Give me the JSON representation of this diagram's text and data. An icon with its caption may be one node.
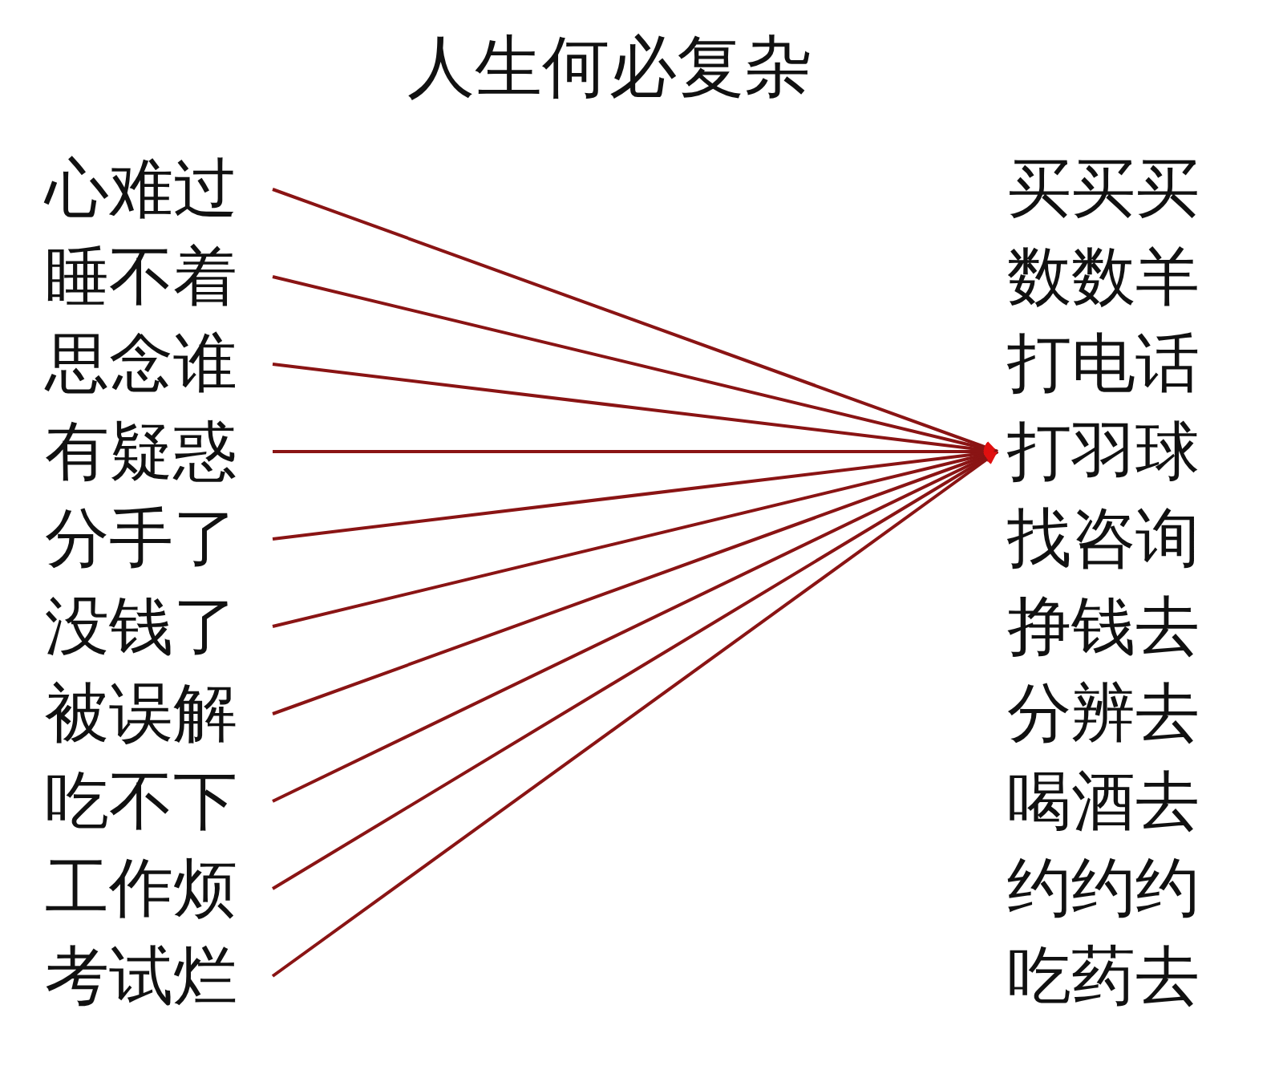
{
  "diagram": {
    "title": "人生何必复杂",
    "nodes": [
      {
        "text": [
          "心难过"
        ]
      },
      {
        "text": [
          "睡不着"
        ]
      },
      {
        "text": [
          "思念谁"
        ]
      },
      {
        "text": [
          "有疑惑"
        ]
      },
      {
        "text": [
          "分手了"
        ]
      },
      {
        "text": [
          "没钱了"
        ]
      },
      {
        "text": [
          "被误解"
        ]
      },
      {
        "text": [
          "吃不下"
        ]
      },
      {
        "text": [
          "工作烦"
        ]
      },
      {
        "text": [
          "考试烂"
        ]
      },
      {
        "text": [
          "买买买"
        ]
      },
      {
        "text": [
          "数数羊"
        ]
      },
      {
        "text": [
          "打电话"
        ]
      },
      {
        "text": [
          "打羽球"
        ]
      },
      {
        "text": [
          "找咨询"
        ]
      },
      {
        "text": [
          "挣钱去"
        ]
      },
      {
        "text": [
          "分辨去"
        ]
      },
      {
        "text": [
          "喝酒去"
        ]
      },
      {
        "text": [
          "约约约"
        ]
      },
      {
        "text": [
          "吃药去"
        ]
      }
    ],
    "edges": [
      {
        "from": 0,
        "to": 13,
        "arrow": "to"
      },
      {
        "from": 1,
        "to": 13,
        "arrow": "to"
      },
      {
        "from": 2,
        "to": 13,
        "arrow": "to"
      },
      {
        "from": 3,
        "to": 13,
        "arrow": "to"
      },
      {
        "from": 4,
        "to": 13,
        "arrow": "to"
      },
      {
        "from": 5,
        "to": 13,
        "arrow": "to"
      },
      {
        "from": 6,
        "to": 13,
        "arrow": "to"
      },
      {
        "from": 7,
        "to": 13,
        "arrow": "to"
      },
      {
        "from": 8,
        "to": 13,
        "arrow": "to"
      },
      {
        "from": 9,
        "to": 13,
        "arrow": "to"
      }
    ]
  }
}
